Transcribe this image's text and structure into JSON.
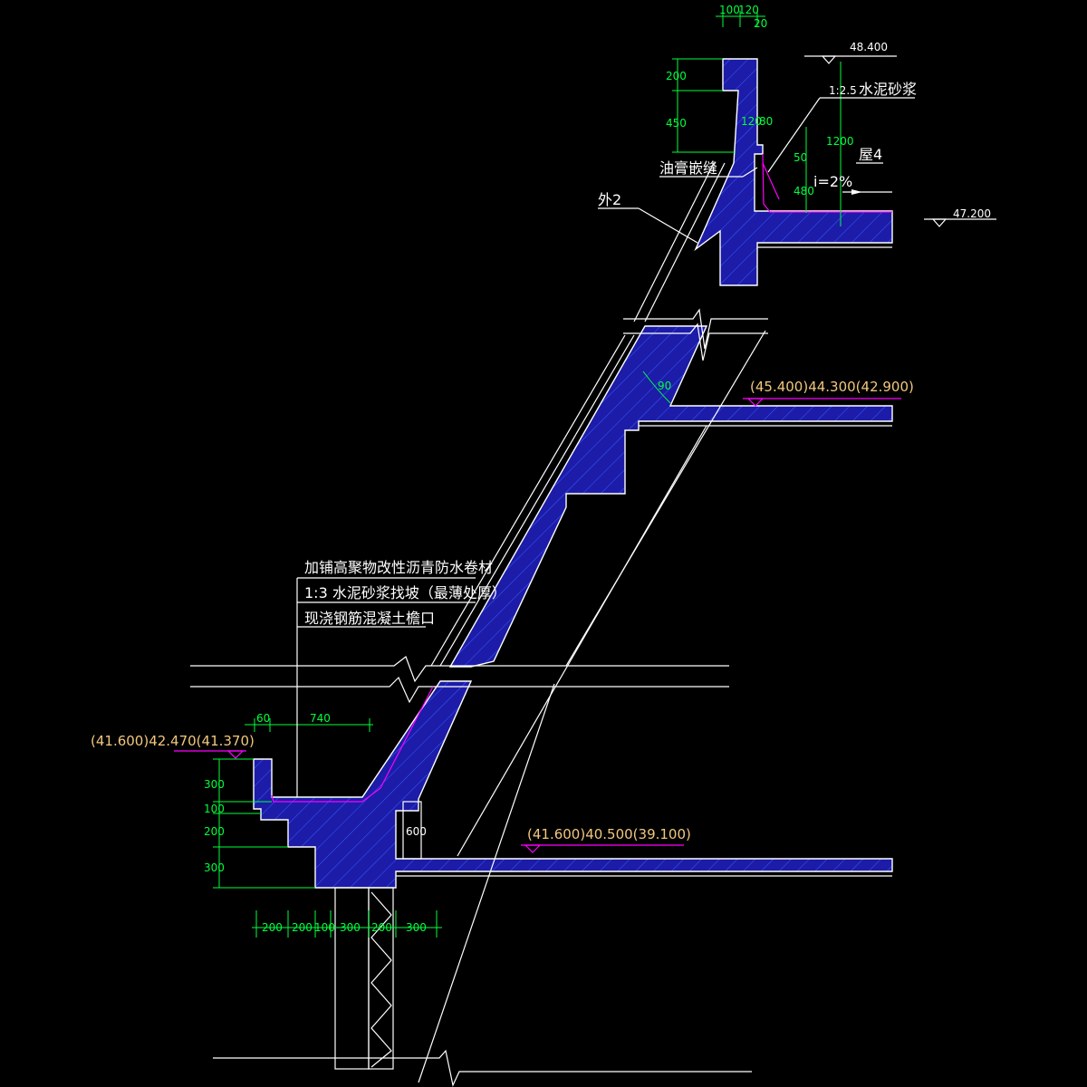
{
  "colors": {
    "background": "#000000",
    "outline": "#ffffff",
    "concrete_fill": "#1c1ca8",
    "dimension": "#00ff3c",
    "membrane": "#ff00ff",
    "elevation_text": "#f2c77e"
  },
  "top_dims": {
    "d1": "100",
    "d2": "120",
    "d3": "20"
  },
  "parapet_dims": {
    "h1": "200",
    "h2": "450",
    "w1": "120",
    "w2": "80",
    "h3": "50",
    "h4": "480",
    "h5": "1200"
  },
  "labels": {
    "mortar_ratio": "1:2.5",
    "mortar": "水泥砂浆",
    "roof": "屋4",
    "slope": "i=2%",
    "sealant": "油膏嵌缝",
    "wall": "外2",
    "angle": "90"
  },
  "elevations": {
    "top": "48.400",
    "roof": "47.200",
    "mid": "(45.400)44.300(42.900)",
    "gutter": "(41.600)42.470(41.370)",
    "floor": "(41.600)40.500(39.100)"
  },
  "callout_lines": [
    "加铺高聚物改性沥青防水卷材",
    "1:3 水泥砂浆找坡（最薄处厚）",
    "现浇钢筋混凝土檐口"
  ],
  "gutter_dims": {
    "w60": "60",
    "w740": "740",
    "v300a": "300",
    "v100": "100",
    "v200": "200",
    "v300b": "300",
    "h600": "600"
  },
  "bottom_dims": [
    "200",
    "200",
    "100",
    "300",
    "200",
    "300"
  ]
}
